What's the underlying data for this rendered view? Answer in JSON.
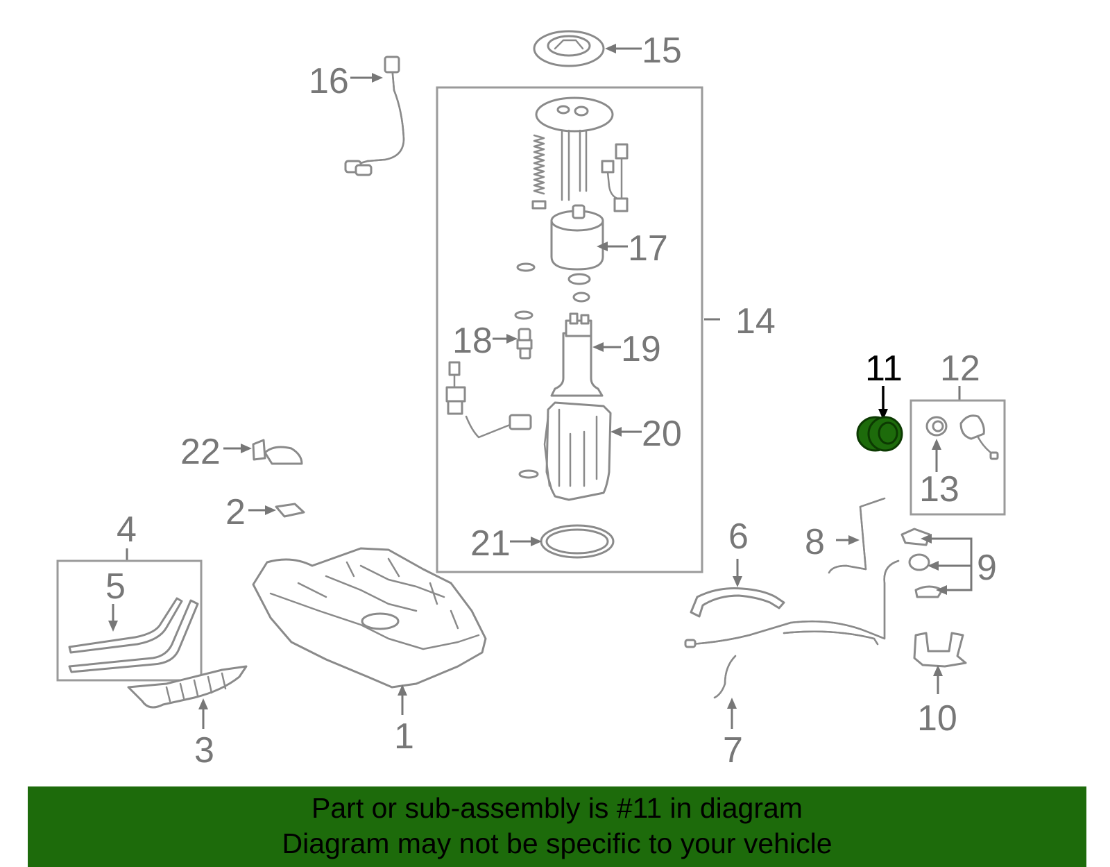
{
  "diagram": {
    "highlighted_part": "11",
    "highlight_color": "#1d6b0b",
    "callouts": {
      "c1": "1",
      "c2": "2",
      "c3": "3",
      "c4": "4",
      "c5": "5",
      "c6": "6",
      "c7": "7",
      "c8": "8",
      "c9": "9",
      "c10": "10",
      "c11": "11",
      "c12": "12",
      "c13": "13",
      "c14": "14",
      "c15": "15",
      "c16": "16",
      "c17": "17",
      "c18": "18",
      "c19": "19",
      "c20": "20",
      "c21": "21",
      "c22": "22"
    }
  },
  "banner": {
    "line1": "Part or sub-assembly is #11 in diagram",
    "line2": "Diagram may not be specific to your vehicle",
    "background_color": "#1d6b0b"
  }
}
